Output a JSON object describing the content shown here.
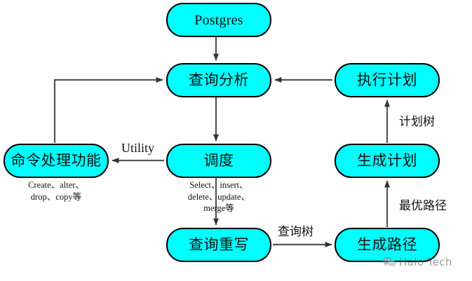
{
  "diagram": {
    "title": "Postgres query processing flow",
    "colors": {
      "node_fill": "#00ffff",
      "node_border": "#000000",
      "edge": "#555555",
      "text": "#111111",
      "watermark": "#5a5a5a"
    },
    "nodes": [
      {
        "id": "postgres",
        "label": "Postgres",
        "caption": ""
      },
      {
        "id": "parse",
        "label": "查询分析",
        "caption": ""
      },
      {
        "id": "execplan",
        "label": "执行计划",
        "caption": ""
      },
      {
        "id": "utilitycmd",
        "label": "命令处理功能",
        "caption": "Create、alter、\ndrop、copy等"
      },
      {
        "id": "dispatch",
        "label": "调度",
        "caption": "Select、insert、\ndelete、update、\nmerge等"
      },
      {
        "id": "genplan",
        "label": "生成计划",
        "caption": ""
      },
      {
        "id": "rewrite",
        "label": "查询重写",
        "caption": ""
      },
      {
        "id": "genpath",
        "label": "生成路径",
        "caption": ""
      }
    ],
    "edge_labels": {
      "utility": "Utility",
      "query_tree": "查询树",
      "best_path": "最优路径",
      "plan_tree": "计划树"
    },
    "edges": [
      {
        "from": "postgres",
        "to": "parse",
        "label": ""
      },
      {
        "from": "parse",
        "to": "dispatch",
        "label": ""
      },
      {
        "from": "dispatch",
        "to": "rewrite",
        "label": ""
      },
      {
        "from": "dispatch",
        "to": "utilitycmd",
        "label": "Utility"
      },
      {
        "from": "utilitycmd",
        "to": "parse",
        "label": ""
      },
      {
        "from": "rewrite",
        "to": "genpath",
        "label": "查询树"
      },
      {
        "from": "genpath",
        "to": "genplan",
        "label": "最优路径"
      },
      {
        "from": "genplan",
        "to": "execplan",
        "label": "计划树"
      },
      {
        "from": "execplan",
        "to": "parse",
        "label": ""
      }
    ],
    "watermark": {
      "text": "Halo Tech",
      "icon": "wechat-icon"
    }
  }
}
